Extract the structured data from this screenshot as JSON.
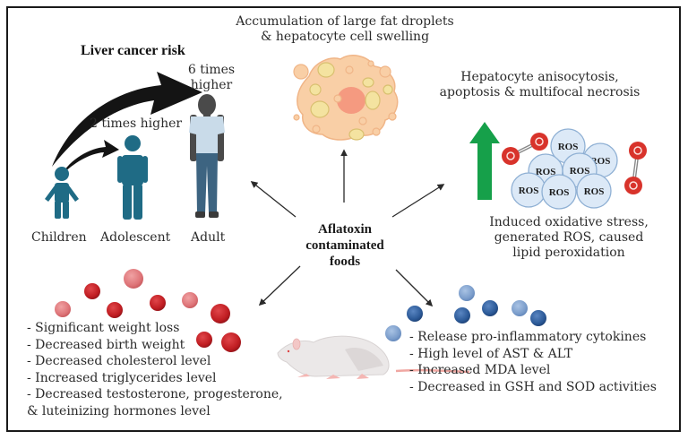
{
  "center": {
    "line1": "Aflatoxin",
    "line2": "contaminated",
    "line3": "foods"
  },
  "liver_cancer": {
    "title": "Liver cancer risk",
    "adult_risk_line1": "6 times",
    "adult_risk_line2": "higher",
    "adolescent_risk": "2 times higher",
    "groups": [
      "Children",
      "Adolescent",
      "Adult"
    ]
  },
  "fat": {
    "line1": "Accumulation of large fat droplets",
    "line2": "& hepatocyte cell swelling"
  },
  "necrosis": {
    "line1": "Hepatocyte anisocytosis,",
    "line2": "apoptosis & multifocal necrosis"
  },
  "oxidative": {
    "ros_label": "ROS",
    "ros_count": 7,
    "line1": "Induced oxidative stress,",
    "line2": "generated ROS, caused",
    "line3": "lipid peroxidation"
  },
  "blood_effects": [
    "- Significant weight loss",
    "- Decreased birth weight",
    "- Decreased cholesterol level",
    "- Increased triglycerides level",
    "- Decreased testosterone, progesterone,",
    "& luteinizing hormones level"
  ],
  "liver_effects": [
    "- Release pro-inflammatory cytokines",
    "- High level of AST & ALT",
    "- Increased MDA level",
    "- Decreased in GSH and SOD activities"
  ],
  "colors": {
    "frame": "#1a1a1a",
    "teal_figure": "#1f6b85",
    "adult_shirt": "#c9dbe9",
    "adult_jeans": "#3d6481",
    "adult_skin": "#4a4a4a",
    "green_arrow": "#16a04a",
    "oxygen_red": "#d8332b",
    "ros_fill": "#dce9f7",
    "ros_stroke": "#8fb0d4",
    "cell_fill": "#f9cfa6",
    "nucleus": "#f59a80",
    "red_cell_dark": "#c21f24",
    "red_cell_light": "#e17a7e",
    "blue_cell_dark": "#2f5f9e",
    "blue_cell_light": "#7c9fcc"
  }
}
